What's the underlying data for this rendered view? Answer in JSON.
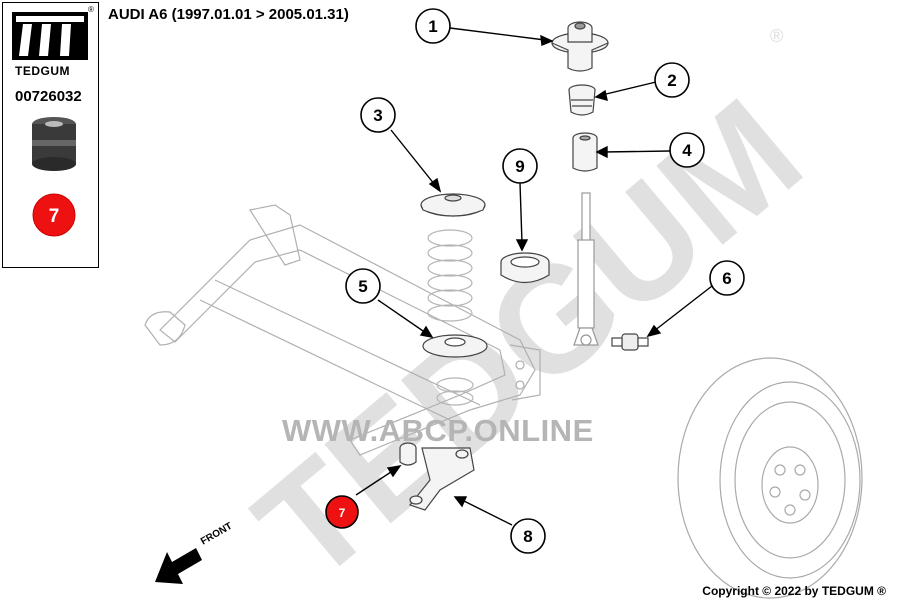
{
  "brand": "TEDGUM",
  "registered_mark": "®",
  "part_number": "00726032",
  "highlight_callout": "7",
  "vehicle_title": "AUDI A6 (1997.01.01 > 2005.01.31)",
  "watermark_url": "WWW.ABCP.ONLINE",
  "watermark_brand": "TEDGUM",
  "front_label": "FRONT",
  "copyright": "Copyright © 2022 by TEDGUM ®",
  "callouts": [
    "1",
    "2",
    "3",
    "4",
    "5",
    "6",
    "7",
    "8",
    "9"
  ],
  "colors": {
    "highlight": "#ee1111",
    "line": "#000000",
    "drawing": "#aaaaaa",
    "watermark": "#dcdcdc"
  }
}
